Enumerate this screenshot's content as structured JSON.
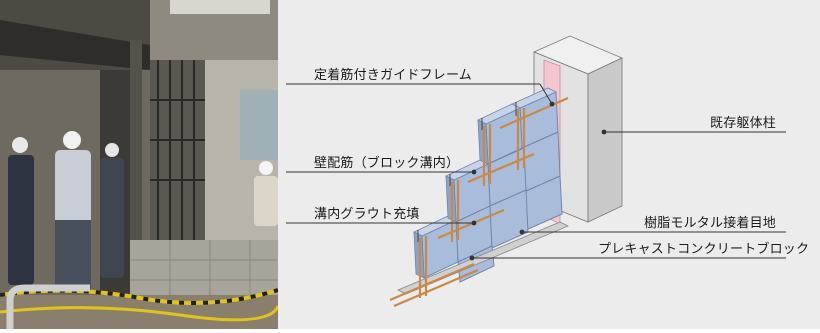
{
  "labels": {
    "guide_frame": "定着筋付きガイドフレーム",
    "wall_rebar": "壁配筋（ブロック溝内）",
    "groove_grout": "溝内グラウト充填",
    "existing_column": "既存躯体柱",
    "resin_mortar_joint": "樹脂モルタル接着目地",
    "precast_block": "プレキャストコンクリートブロック"
  },
  "colors": {
    "block_fill": "#a9bddb",
    "block_edge": "#6f86ad",
    "column_face": "#c9c9c9",
    "column_side": "#e2e2e2",
    "column_top": "#f0f0f0",
    "frame_pink": "#f4c7d0",
    "rebar": "#c8894a",
    "leader": "#333333"
  }
}
